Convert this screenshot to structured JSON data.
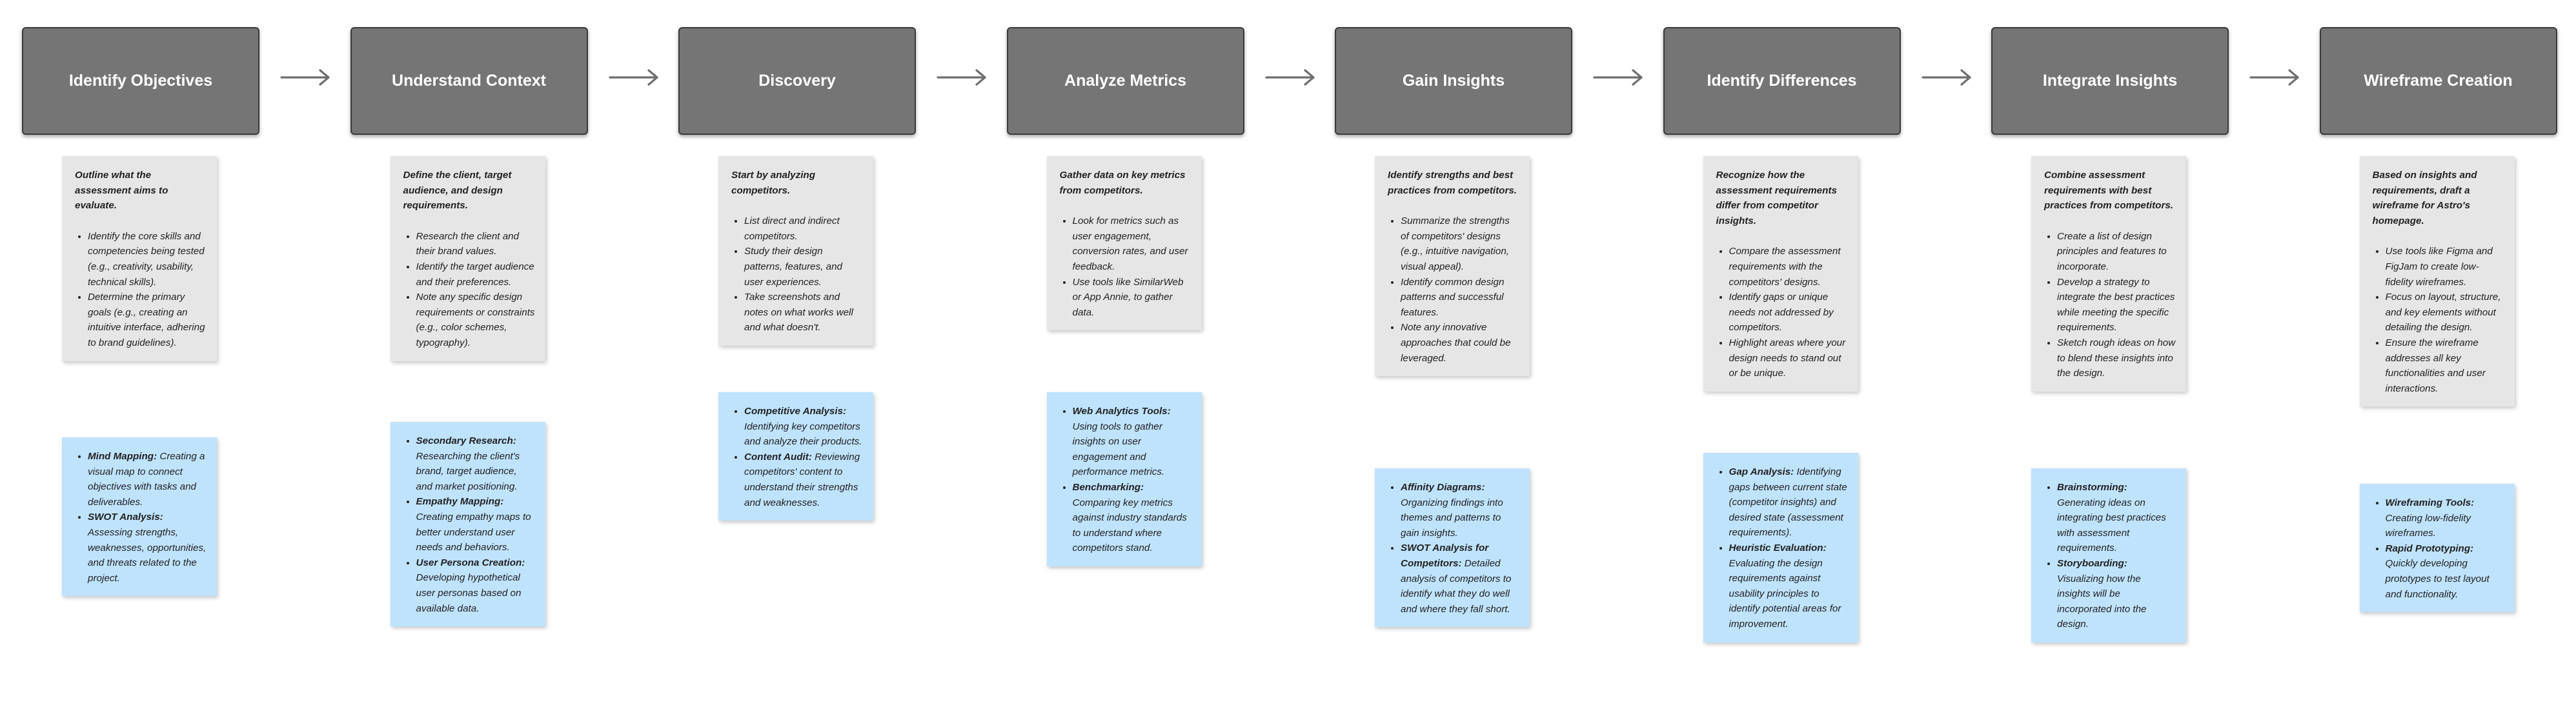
{
  "steps": [
    {
      "title": "Identify Objectives",
      "intro": "Outline what the assessment aims to evaluate.",
      "bullets": [
        "Identify the core skills and competencies being tested (e.g., creativity, usability, technical skills).",
        "Determine the primary goals (e.g., creating an intuitive interface, adhering to brand guidelines)."
      ],
      "tools": [
        {
          "name": "Mind Mapping:",
          "desc": "Creating a visual map to connect objectives with tasks and deliverables."
        },
        {
          "name": "SWOT Analysis:",
          "desc": "Assessing strengths, weaknesses, opportunities, and threats related to the project."
        }
      ]
    },
    {
      "title": "Understand Context",
      "intro": "Define the client, target audience, and design requirements.",
      "bullets": [
        "Research the client and their brand values.",
        "Identify the target audience and their preferences.",
        "Note any specific design requirements or constraints (e.g., color schemes, typography)."
      ],
      "tools": [
        {
          "name": "Secondary Research:",
          "desc": "Researching the client's brand, target audience, and market positioning."
        },
        {
          "name": "Empathy Mapping:",
          "desc": "Creating empathy maps to better understand user needs and behaviors."
        },
        {
          "name": "User Persona Creation:",
          "desc": "Developing hypothetical user personas based on available data."
        }
      ]
    },
    {
      "title": "Discovery",
      "intro": "Start by analyzing competitors.",
      "bullets": [
        "List direct and indirect competitors.",
        "Study their design patterns, features, and user experiences.",
        "Take screenshots and notes on what works well and what doesn't."
      ],
      "tools": [
        {
          "name": "Competitive Analysis:",
          "desc": "Identifying key competitors and analyze their products."
        },
        {
          "name": "Content Audit:",
          "desc": "Reviewing competitors' content to understand their strengths and weaknesses."
        }
      ]
    },
    {
      "title": "Analyze Metrics",
      "intro": "Gather data on key metrics from competitors.",
      "bullets": [
        "Look for metrics such as user engagement, conversion rates, and user feedback.",
        "Use tools like SimilarWeb or App Annie, to gather data."
      ],
      "tools": [
        {
          "name": "Web Analytics Tools:",
          "desc": "Using tools to gather insights on user engagement and performance metrics."
        },
        {
          "name": "Benchmarking:",
          "desc": "Comparing key metrics against industry standards to understand where competitors stand."
        }
      ]
    },
    {
      "title": "Gain Insights",
      "intro": "Identify strengths and best practices from competitors.",
      "bullets": [
        "Summarize the strengths of competitors' designs (e.g., intuitive navigation, visual appeal).",
        "Identify common design patterns and successful features.",
        "Note any innovative approaches that could be leveraged."
      ],
      "tools": [
        {
          "name": "Affinity Diagrams:",
          "desc": "Organizing findings into themes and patterns to gain insights."
        },
        {
          "name": "SWOT Analysis for Competitors:",
          "desc": "Detailed analysis of competitors to identify what they do well and where they fall short."
        }
      ]
    },
    {
      "title": "Identify Differences",
      "intro": "Recognize how the assessment requirements differ from competitor insights.",
      "bullets": [
        "Compare the assessment requirements with the competitors' designs.",
        "Identify gaps or unique needs not addressed by competitors.",
        "Highlight areas where your design needs to stand out or be unique."
      ],
      "tools": [
        {
          "name": "Gap Analysis:",
          "desc": "Identifying gaps between current state (competitor insights) and desired state (assessment requirements)."
        },
        {
          "name": "Heuristic Evaluation:",
          "desc": "Evaluating the design requirements against usability principles to identify potential areas for improvement."
        }
      ]
    },
    {
      "title": "Integrate Insights",
      "intro": "Combine assessment requirements with best practices from competitors.",
      "bullets": [
        "Create a list of design principles and features to incorporate.",
        "Develop a strategy to integrate the best practices while meeting the specific requirements.",
        "Sketch rough ideas on how to blend these insights into the design."
      ],
      "tools": [
        {
          "name": "Brainstorming:",
          "desc": "Generating ideas on integrating best practices with assessment requirements."
        },
        {
          "name": "Storyboarding:",
          "desc": "Visualizing how the insights will be incorporated into the design."
        }
      ]
    },
    {
      "title": "Wireframe Creation",
      "intro": "Based on insights and requirements, draft a wireframe for Astro's homepage.",
      "bullets": [
        "Use tools like Figma and FigJam to create low-fidelity wireframes.",
        "Focus on layout, structure, and key elements without detailing the design.",
        "Ensure the wireframe addresses all key functionalities and user interactions."
      ],
      "tools": [
        {
          "name": "Wireframing Tools:",
          "desc": "Creating low-fidelity wireframes."
        },
        {
          "name": "Rapid Prototyping:",
          "desc": "Quickly developing prototypes to test layout and functionality."
        }
      ]
    }
  ]
}
